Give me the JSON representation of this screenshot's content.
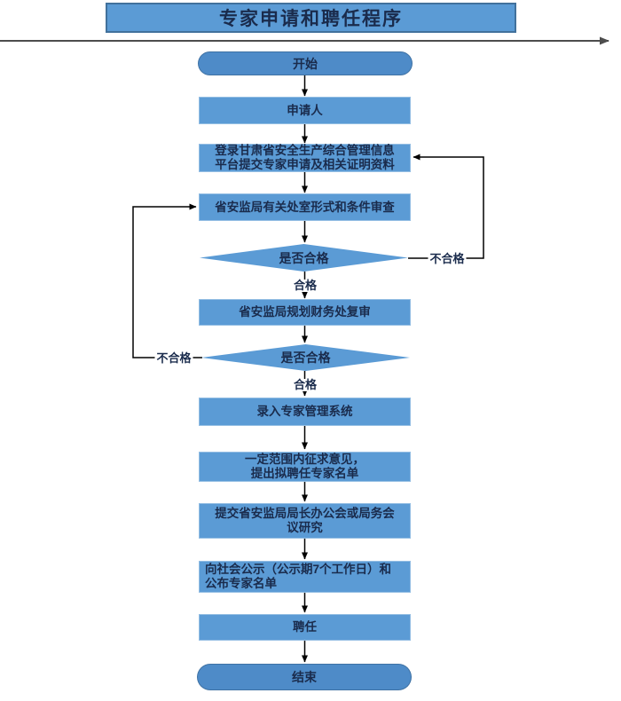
{
  "title": "专家申请和聘任程序",
  "nodes": {
    "start": {
      "label": "开始"
    },
    "applicant": {
      "label": "申请人"
    },
    "login": {
      "label": "登录甘肃省安全生产综合管理信息\n平台提交专家申请及相关证明资料"
    },
    "form_review": {
      "label": "省安监局有关处室形式和条件审查"
    },
    "decision1": {
      "label": "是否合格"
    },
    "finance_review": {
      "label": "省安监局规划财务处复审"
    },
    "decision2": {
      "label": "是否合格"
    },
    "register": {
      "label": "录入专家管理系统"
    },
    "solicit": {
      "label": "一定范围内征求意见，\n提出拟聘任专家名单"
    },
    "submit_meeting": {
      "label": "提交省安监局局长办公会或局务会\n议研究"
    },
    "publicity": {
      "label": "向社会公示（公示期7个工作日）和\n公布专家名单"
    },
    "appointment": {
      "label": "聘任"
    },
    "end": {
      "label": "结束"
    }
  },
  "edge_labels": {
    "pass1": "合格",
    "fail1": "不合格",
    "pass2": "合格",
    "fail2": "不合格"
  },
  "colors": {
    "process_fill": "#5B9BD5",
    "terminal_fill": "#4E8BC8",
    "title_border": "#41719C",
    "text": "#1A2B4C",
    "connector": "#000000",
    "rule": "#4D4D4D"
  }
}
